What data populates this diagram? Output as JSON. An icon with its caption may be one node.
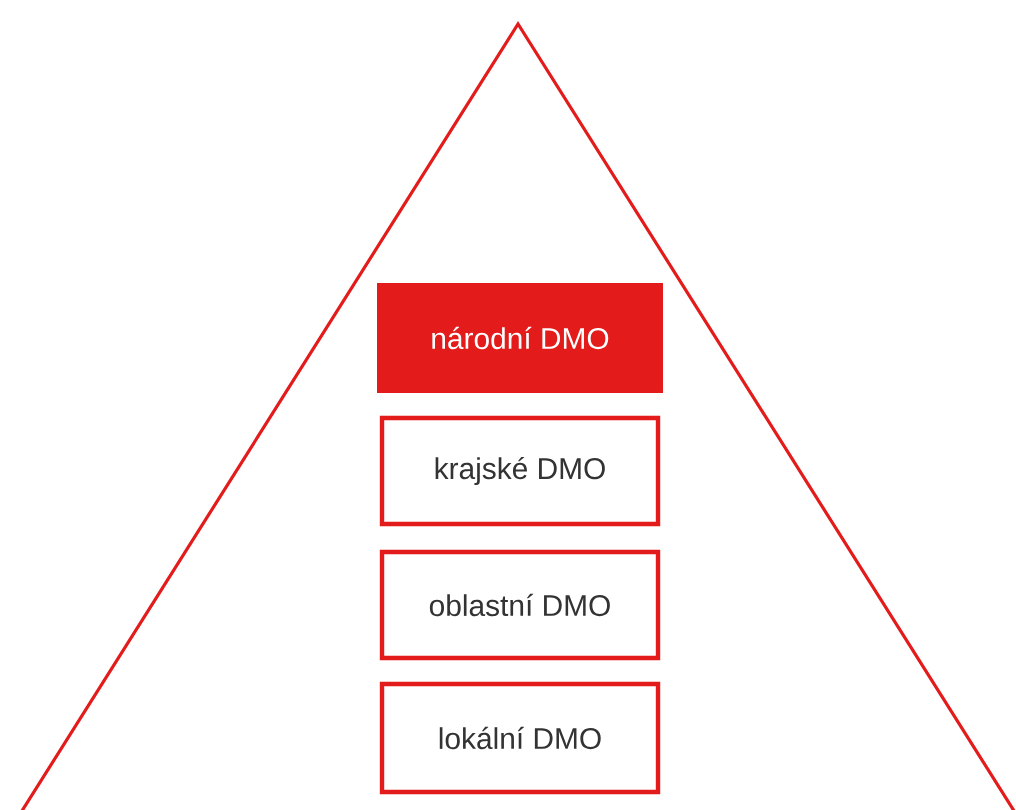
{
  "diagram": {
    "nodes": [
      {
        "text": [
          "národní DMO"
        ]
      },
      {
        "text": [
          "krajské DMO"
        ]
      },
      {
        "text": [
          "oblastní DMO"
        ]
      },
      {
        "text": [
          "lokální DMO"
        ]
      }
    ]
  }
}
